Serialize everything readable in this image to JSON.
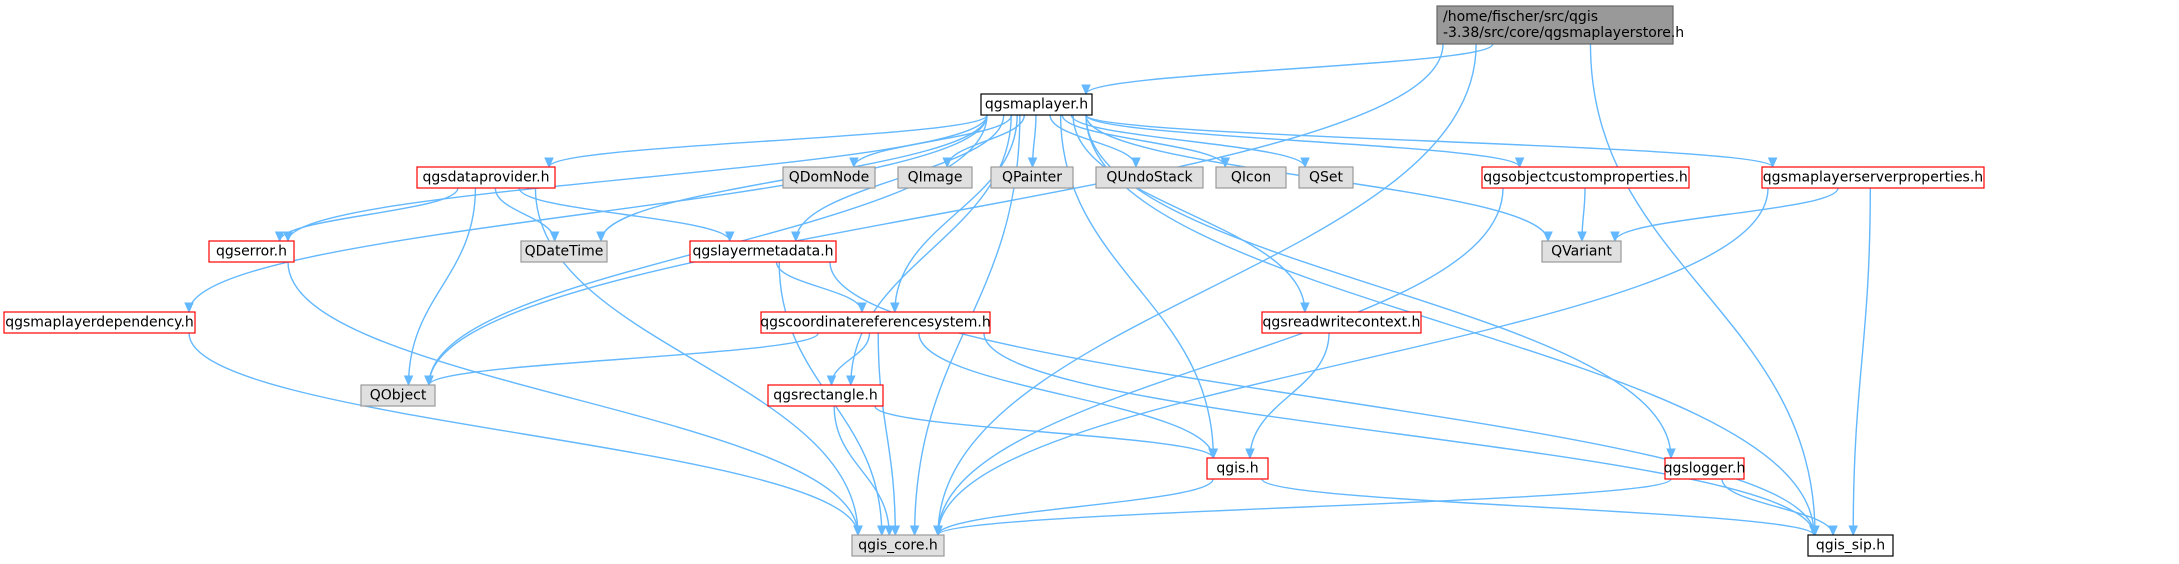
{
  "colors": {
    "edge": "#63b8ff",
    "root_fill": "#999999",
    "root_border": "#666666",
    "documented_border": "#ff0000",
    "plain_border": "#000000",
    "plain_fill": "#ffffff",
    "undocumented_fill": "#e0e0e0",
    "undocumented_border": "#999999"
  },
  "nodes": [
    {
      "id": "root",
      "lines": [
        "/home/fischer/src/qgis",
        "-3.38/src/core/qgsmaplayerstore.h"
      ],
      "kind": "root"
    },
    {
      "id": "maplayer",
      "lines": [
        "qgsmaplayer.h"
      ],
      "kind": "plain"
    },
    {
      "id": "qgis_core",
      "lines": [
        "qgis_core.h"
      ],
      "kind": "undocumented"
    },
    {
      "id": "qgis_sip",
      "lines": [
        "qgis_sip.h"
      ],
      "kind": "plain"
    },
    {
      "id": "qobject",
      "lines": [
        "QObject"
      ],
      "kind": "undocumented"
    },
    {
      "id": "maplayerdependency",
      "lines": [
        "qgsmaplayerdependency.h"
      ],
      "kind": "documented"
    },
    {
      "id": "qgserror",
      "lines": [
        "qgserror.h"
      ],
      "kind": "documented"
    },
    {
      "id": "dataprovider",
      "lines": [
        "qgsdataprovider.h"
      ],
      "kind": "documented"
    },
    {
      "id": "qdatetime",
      "lines": [
        "QDateTime"
      ],
      "kind": "undocumented"
    },
    {
      "id": "layermetadata",
      "lines": [
        "qgslayermetadata.h"
      ],
      "kind": "documented"
    },
    {
      "id": "qdomnode",
      "lines": [
        "QDomNode"
      ],
      "kind": "undocumented"
    },
    {
      "id": "qimage",
      "lines": [
        "QImage"
      ],
      "kind": "undocumented"
    },
    {
      "id": "qpainter",
      "lines": [
        "QPainter"
      ],
      "kind": "undocumented"
    },
    {
      "id": "qundostack",
      "lines": [
        "QUndoStack"
      ],
      "kind": "undocumented"
    },
    {
      "id": "qicon",
      "lines": [
        "QIcon"
      ],
      "kind": "undocumented"
    },
    {
      "id": "qset",
      "lines": [
        "QSet"
      ],
      "kind": "undocumented"
    },
    {
      "id": "objectcustomprops",
      "lines": [
        "qgsobjectcustomproperties.h"
      ],
      "kind": "documented"
    },
    {
      "id": "serverprops",
      "lines": [
        "qgsmaplayerserverproperties.h"
      ],
      "kind": "documented"
    },
    {
      "id": "qvariant",
      "lines": [
        "QVariant"
      ],
      "kind": "undocumented"
    },
    {
      "id": "crs",
      "lines": [
        "qgscoordinatereferencesystem.h"
      ],
      "kind": "documented"
    },
    {
      "id": "readwritecontext",
      "lines": [
        "qgsreadwritecontext.h"
      ],
      "kind": "documented"
    },
    {
      "id": "rectangle",
      "lines": [
        "qgsrectangle.h"
      ],
      "kind": "documented"
    },
    {
      "id": "qgis",
      "lines": [
        "qgis.h"
      ],
      "kind": "documented"
    },
    {
      "id": "logger",
      "lines": [
        "qgslogger.h"
      ],
      "kind": "documented"
    }
  ],
  "edges": [
    [
      "root",
      "maplayer"
    ],
    [
      "root",
      "qobject"
    ],
    [
      "root",
      "qgis_core"
    ],
    [
      "root",
      "qgis_sip"
    ],
    [
      "maplayer",
      "maplayerdependency"
    ],
    [
      "maplayer",
      "qgserror"
    ],
    [
      "maplayer",
      "qobject"
    ],
    [
      "maplayer",
      "qgis_core"
    ],
    [
      "maplayer",
      "dataprovider"
    ],
    [
      "maplayer",
      "qdatetime"
    ],
    [
      "maplayer",
      "layermetadata"
    ],
    [
      "maplayer",
      "crs"
    ],
    [
      "maplayer",
      "rectangle"
    ],
    [
      "maplayer",
      "qdomnode"
    ],
    [
      "maplayer",
      "qimage"
    ],
    [
      "maplayer",
      "qpainter"
    ],
    [
      "maplayer",
      "qundostack"
    ],
    [
      "maplayer",
      "qicon"
    ],
    [
      "maplayer",
      "qset"
    ],
    [
      "maplayer",
      "readwritecontext"
    ],
    [
      "maplayer",
      "qgis"
    ],
    [
      "maplayer",
      "objectcustomprops"
    ],
    [
      "maplayer",
      "qvariant"
    ],
    [
      "maplayer",
      "serverprops"
    ],
    [
      "maplayer",
      "logger"
    ],
    [
      "maplayer",
      "qgis_sip"
    ],
    [
      "dataprovider",
      "qgserror"
    ],
    [
      "dataprovider",
      "qdatetime"
    ],
    [
      "dataprovider",
      "layermetadata"
    ],
    [
      "dataprovider",
      "qobject"
    ],
    [
      "dataprovider",
      "qgis_core"
    ],
    [
      "qgserror",
      "qgis_core"
    ],
    [
      "maplayerdependency",
      "qgis_core"
    ],
    [
      "layermetadata",
      "crs"
    ],
    [
      "layermetadata",
      "qgis_core"
    ],
    [
      "layermetadata",
      "qgis_sip"
    ],
    [
      "crs",
      "qobject"
    ],
    [
      "crs",
      "rectangle"
    ],
    [
      "crs",
      "qgis_core"
    ],
    [
      "crs",
      "qgis"
    ],
    [
      "crs",
      "qgis_sip"
    ],
    [
      "rectangle",
      "qgis_core"
    ],
    [
      "rectangle",
      "qgis"
    ],
    [
      "readwritecontext",
      "qgis"
    ],
    [
      "qgis",
      "qgis_core"
    ],
    [
      "qgis",
      "qgis_sip"
    ],
    [
      "objectcustomprops",
      "qvariant"
    ],
    [
      "objectcustomprops",
      "qgis_core"
    ],
    [
      "serverprops",
      "qvariant"
    ],
    [
      "serverprops",
      "qgis_core"
    ],
    [
      "serverprops",
      "qgis_sip"
    ],
    [
      "logger",
      "qgis_core"
    ],
    [
      "logger",
      "qgis_sip"
    ]
  ]
}
